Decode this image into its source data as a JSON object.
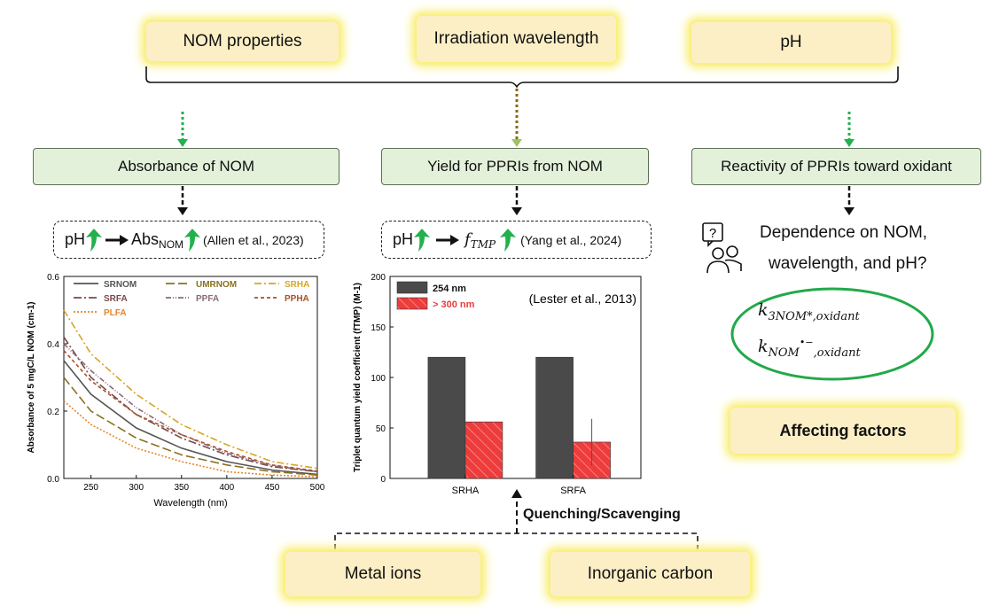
{
  "top_factors": [
    "NOM properties",
    "Irradiation wavelength",
    "pH"
  ],
  "branches": [
    "Absorbance of NOM",
    "Yield for PPRIs from NOM",
    "Reactivity of PPRIs toward oxidant"
  ],
  "eq1": {
    "ph": "pH",
    "abs": "Abs",
    "sub": "NOM",
    "ref": "(Allen et al., 2023)"
  },
  "eq2": {
    "ph": "pH",
    "f": "f",
    "sub": "TMP",
    "ref": "(Yang et al., 2024)"
  },
  "question": {
    "line1": "Dependence on NOM,",
    "line2": "wavelength, and pH?"
  },
  "k_labels": {
    "k1": "k",
    "k1_sub": "3",
    "k1_sub2": "NOM*,oxidant",
    "k2": "k",
    "k2_sub": "NOM",
    "k2_sup": "•−",
    "k2_sub2": ",oxidant"
  },
  "affecting": "Affecting factors",
  "bottom_factors": [
    "Metal ions",
    "Inorganic carbon"
  ],
  "quenching": "Quenching/Scavenging",
  "colors": {
    "green_arrow": "#22b14c",
    "bar_dark": "#4a4a4a",
    "bar_red": "#ee3b3b",
    "ellipse": "#22a94a"
  },
  "chart_data": [
    {
      "type": "line",
      "xlabel": "Wavelength (nm)",
      "ylabel": "Absorbance of 5 mgC/L NOM (cm-1)",
      "xlim": [
        220,
        500
      ],
      "ylim": [
        0,
        0.6
      ],
      "xticks": [
        "250",
        "300",
        "350",
        "400",
        "450",
        "500"
      ],
      "yticks": [
        "0.0",
        "0.2",
        "0.4",
        "0.6"
      ],
      "x": [
        220,
        250,
        300,
        350,
        400,
        450,
        500
      ],
      "series": [
        {
          "name": "SRNOM",
          "color": "#555555",
          "dash": "",
          "values": [
            0.35,
            0.25,
            0.15,
            0.09,
            0.05,
            0.025,
            0.012
          ]
        },
        {
          "name": "UMRNOM",
          "color": "#8a7020",
          "dash": "10,4",
          "values": [
            0.3,
            0.2,
            0.12,
            0.07,
            0.04,
            0.02,
            0.01
          ]
        },
        {
          "name": "SRHA",
          "color": "#d7a52a",
          "dash": "8,3,2,3",
          "values": [
            0.5,
            0.37,
            0.25,
            0.16,
            0.1,
            0.05,
            0.03
          ]
        },
        {
          "name": "SRFA",
          "color": "#7b4a4a",
          "dash": "9,3,2,3",
          "values": [
            0.42,
            0.3,
            0.19,
            0.12,
            0.07,
            0.035,
            0.02
          ]
        },
        {
          "name": "PPFA",
          "color": "#8a6a7a",
          "dash": "6,2,1,2,1,2",
          "values": [
            0.4,
            0.32,
            0.21,
            0.13,
            0.075,
            0.038,
            0.02
          ]
        },
        {
          "name": "PPHA",
          "color": "#a8522a",
          "dash": "4,3",
          "values": [
            0.38,
            0.29,
            0.19,
            0.13,
            0.08,
            0.04,
            0.022
          ]
        },
        {
          "name": "PLFA",
          "color": "#e8852a",
          "dash": "2,2",
          "values": [
            0.23,
            0.16,
            0.09,
            0.05,
            0.02,
            0.01,
            0.005
          ]
        }
      ]
    },
    {
      "type": "bar",
      "title": "(Lester et al., 2013)",
      "categories": [
        "SRHA",
        "SRFA"
      ],
      "ylabel": "Triplet quantum yield coefficient (fTMP) (M-1)",
      "ylim": [
        0,
        200
      ],
      "yticks": [
        "0",
        "50",
        "100",
        "150",
        "200"
      ],
      "series": [
        {
          "name": "254 nm",
          "color": "#4a4a4a",
          "values": [
            120,
            120
          ]
        },
        {
          "name": "> 300 nm",
          "color": "#ee3b3b",
          "values": [
            56,
            36
          ]
        }
      ],
      "error": [
        null,
        23
      ]
    }
  ]
}
